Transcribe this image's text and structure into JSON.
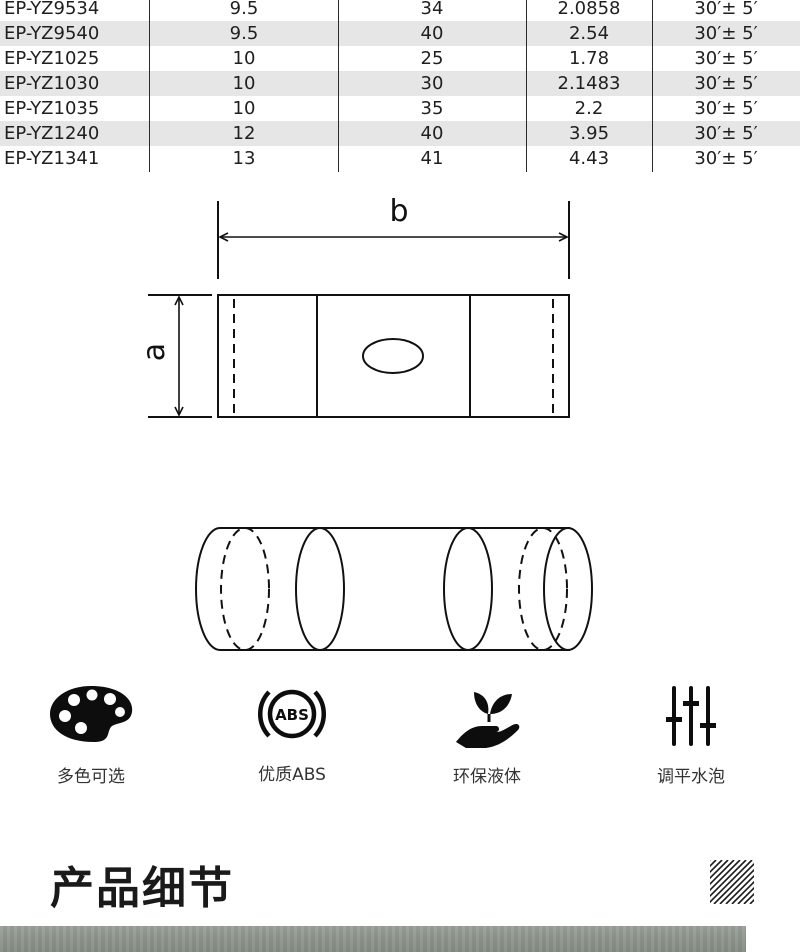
{
  "table": {
    "rows": [
      [
        "EP-YZ9534",
        "9.5",
        "34",
        "2.0858",
        "30′± 5′"
      ],
      [
        "EP-YZ9540",
        "9.5",
        "40",
        "2.54",
        "30′± 5′"
      ],
      [
        "EP-YZ1025",
        "10",
        "25",
        "1.78",
        "30′± 5′"
      ],
      [
        "EP-YZ1030",
        "10",
        "30",
        "2.1483",
        "30′± 5′"
      ],
      [
        "EP-YZ1035",
        "10",
        "35",
        "2.2",
        "30′± 5′"
      ],
      [
        "EP-YZ1240",
        "12",
        "40",
        "3.95",
        "30′± 5′"
      ],
      [
        "EP-YZ1341",
        "13",
        "41",
        "4.43",
        "30′± 5′"
      ]
    ],
    "shaded_rows": [
      1,
      3,
      5
    ],
    "shade_color": "#e6e6e6"
  },
  "diagram": {
    "label_b": "b",
    "label_a": "a"
  },
  "features": [
    {
      "icon": "palette-icon",
      "label": "多色可选"
    },
    {
      "icon": "abs-badge-icon",
      "label": "优质ABS"
    },
    {
      "icon": "leaf-hand-icon",
      "label": "环保液体"
    },
    {
      "icon": "slider-adjust-icon",
      "label": "调平水泡"
    }
  ],
  "section": {
    "title": "产品细节"
  }
}
